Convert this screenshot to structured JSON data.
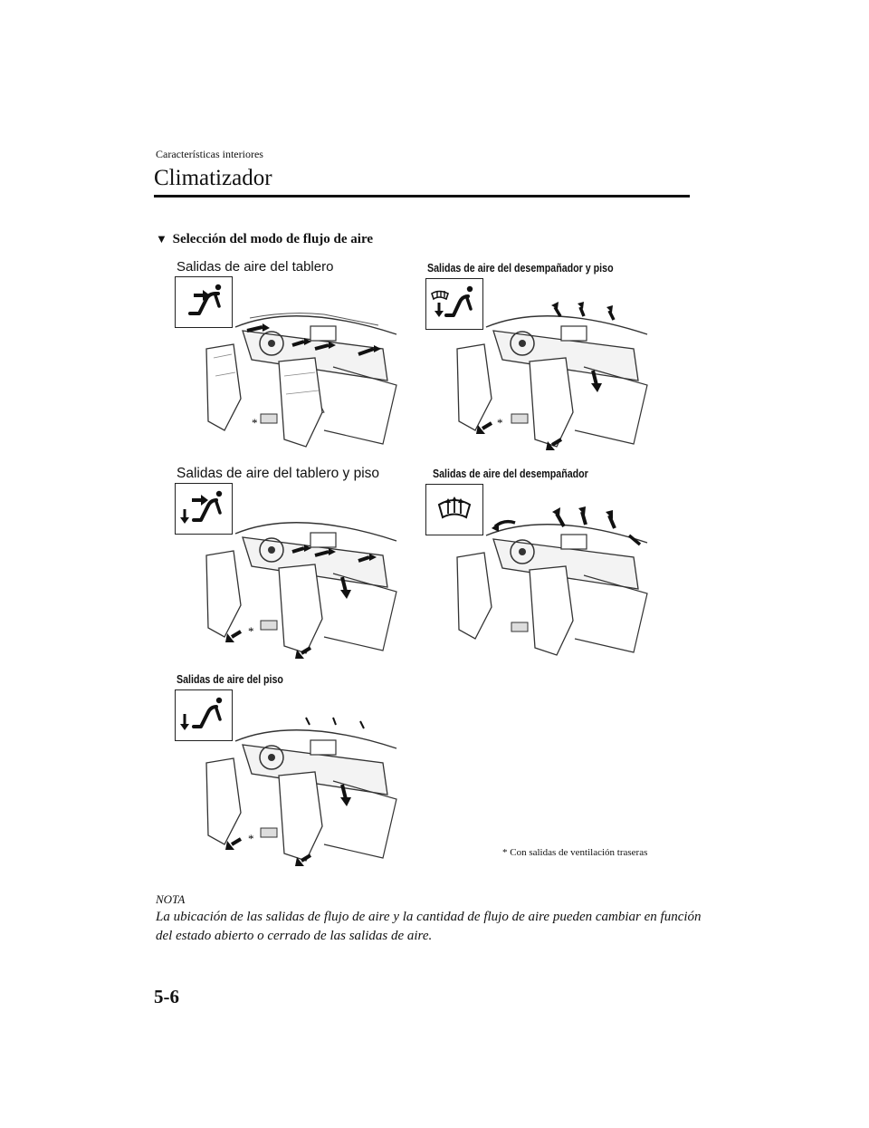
{
  "header": {
    "chapter": "Características interiores",
    "title": "Climatizador"
  },
  "section": {
    "marker": "▼",
    "title": "Selección del modo de flujo de aire"
  },
  "modes": [
    {
      "label": "Salidas de aire del tablero",
      "icon": "dash-vent-mode-icon"
    },
    {
      "label": "Salidas de aire del desempañador y piso",
      "icon": "defrost-floor-mode-icon"
    },
    {
      "label": "Salidas de aire del tablero y piso",
      "icon": "dash-floor-mode-icon"
    },
    {
      "label": "Salidas de aire del desempañador",
      "icon": "defrost-mode-icon"
    },
    {
      "label": "Salidas de aire del piso",
      "icon": "floor-mode-icon"
    }
  ],
  "asterisk": "*",
  "footnote": "* Con salidas de ventilación traseras",
  "note": {
    "heading": "NOTA",
    "text": "La ubicación de las salidas de flujo de aire y la cantidad de flujo de aire pueden cambiar en función del estado abierto o cerrado de las salidas de aire."
  },
  "page_number": "5-6"
}
